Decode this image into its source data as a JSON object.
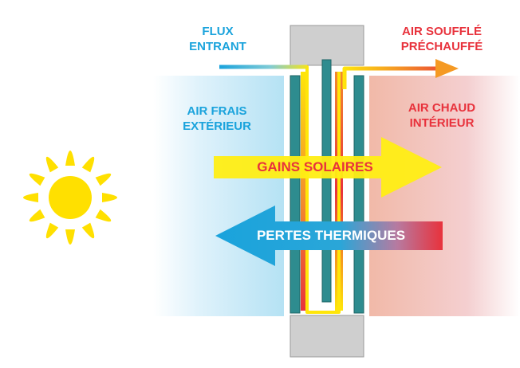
{
  "labels": {
    "flux_entrant": [
      "FLUX",
      "ENTRANT"
    ],
    "air_souffle": [
      "AIR SOUFFLÉ",
      "PRÉCHAUFFÉ"
    ],
    "air_frais": [
      "AIR FRAIS",
      "EXTÉRIEUR"
    ],
    "air_chaud": [
      "AIR CHAUD",
      "INTÉRIEUR"
    ],
    "gains_solaires": "GAINS SOLAIRES",
    "pertes_thermiques": "PERTES THERMIQUES"
  },
  "colors": {
    "cold_blue": "#1aa3dc",
    "hot_red": "#e8323c",
    "sun_yellow": "#ffe60a",
    "glass_teal": "#2e8c8f",
    "frame_grey": "#cfcfcf",
    "cold_zone": "#b8e3f4",
    "hot_zone": "#f0b7b0"
  },
  "icons": {
    "sun": "sun-icon",
    "solar_gain_arrow": "arrow-right-icon",
    "heat_loss_arrow": "arrow-left-icon",
    "airflow_arrow": "airflow-arrow-icon"
  }
}
